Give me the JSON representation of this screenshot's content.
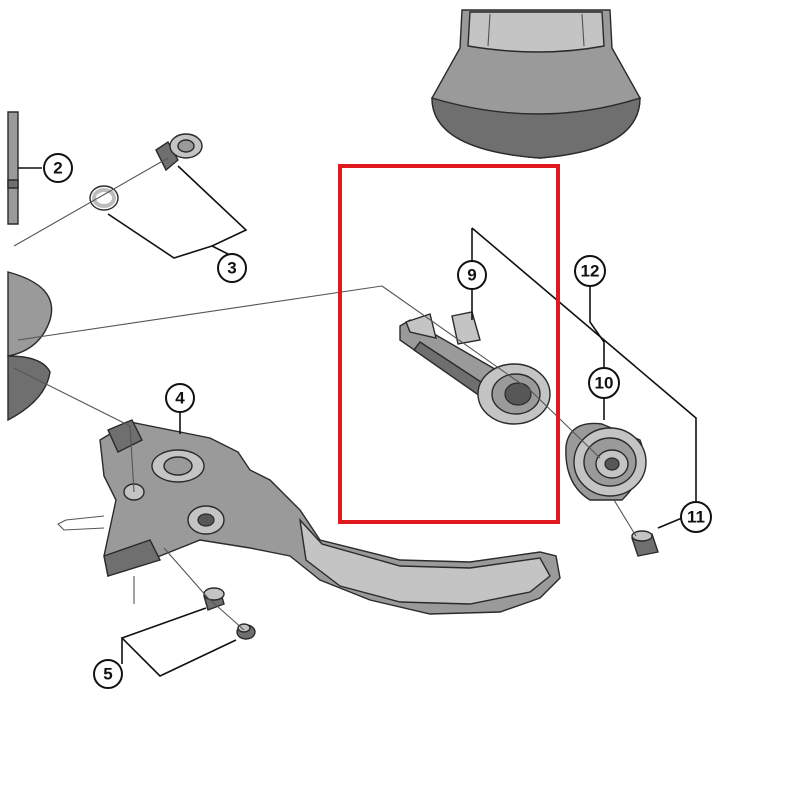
{
  "colors": {
    "highlight": "#e0191e",
    "ink": "#111111",
    "part_light": "#c4c4c4",
    "part_mid": "#9a9a9a",
    "part_dark": "#6f6f6f"
  },
  "callouts": {
    "c2": "2",
    "c3": "3",
    "c4": "4",
    "c5": "5",
    "c9": "9",
    "c10": "10",
    "c11": "11",
    "c12": "12"
  }
}
